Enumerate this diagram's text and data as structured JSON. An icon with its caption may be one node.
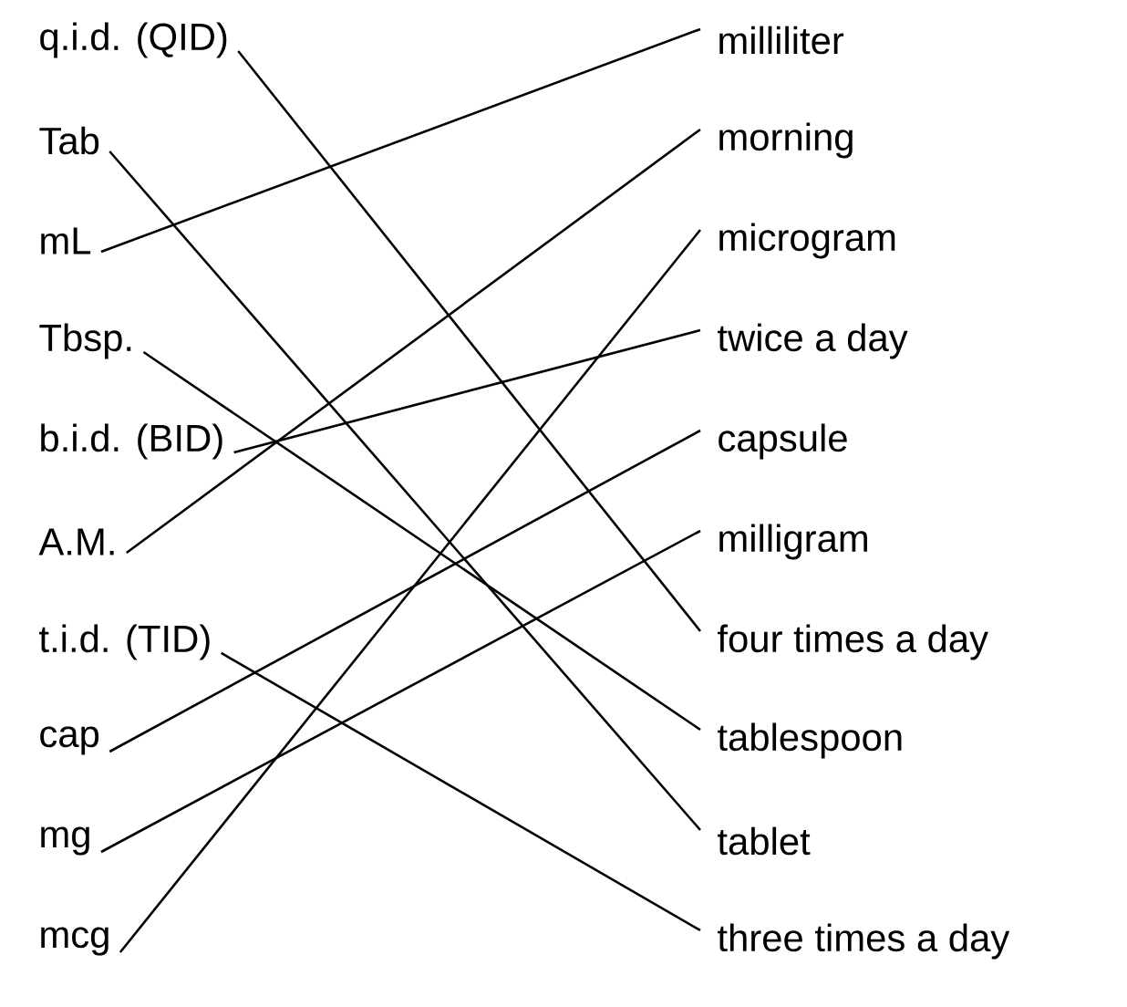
{
  "diagram": {
    "nodes": [
      {
        "text": [
          "q.i.d. (QID)"
        ]
      },
      {
        "text": [
          "Tab"
        ]
      },
      {
        "text": [
          "mL"
        ]
      },
      {
        "text": [
          "Tbsp."
        ]
      },
      {
        "text": [
          "b.i.d. (BID)"
        ]
      },
      {
        "text": [
          "A.M."
        ]
      },
      {
        "text": [
          "t.i.d. (TID)"
        ]
      },
      {
        "text": [
          "cap"
        ]
      },
      {
        "text": [
          "mg"
        ]
      },
      {
        "text": [
          "mcg"
        ]
      },
      {
        "text": [
          "milliliter"
        ]
      },
      {
        "text": [
          "morning"
        ]
      },
      {
        "text": [
          "microgram"
        ]
      },
      {
        "text": [
          "twice a day"
        ]
      },
      {
        "text": [
          "capsule"
        ]
      },
      {
        "text": [
          "milligram"
        ]
      },
      {
        "text": [
          "four times a day"
        ]
      },
      {
        "text": [
          "tablespoon"
        ]
      },
      {
        "text": [
          "tablet"
        ]
      },
      {
        "text": [
          "three times a day"
        ]
      }
    ],
    "edges": [
      {
        "from": 0,
        "to": 16,
        "arrow": "none"
      },
      {
        "from": 1,
        "to": 18,
        "arrow": "none"
      },
      {
        "from": 2,
        "to": 10,
        "arrow": "none"
      },
      {
        "from": 3,
        "to": 17,
        "arrow": "none"
      },
      {
        "from": 4,
        "to": 13,
        "arrow": "none"
      },
      {
        "from": 5,
        "to": 11,
        "arrow": "none"
      },
      {
        "from": 6,
        "to": 19,
        "arrow": "none"
      },
      {
        "from": 7,
        "to": 14,
        "arrow": "none"
      },
      {
        "from": 8,
        "to": 15,
        "arrow": "none"
      },
      {
        "from": 9,
        "to": 12,
        "arrow": "none"
      }
    ]
  }
}
